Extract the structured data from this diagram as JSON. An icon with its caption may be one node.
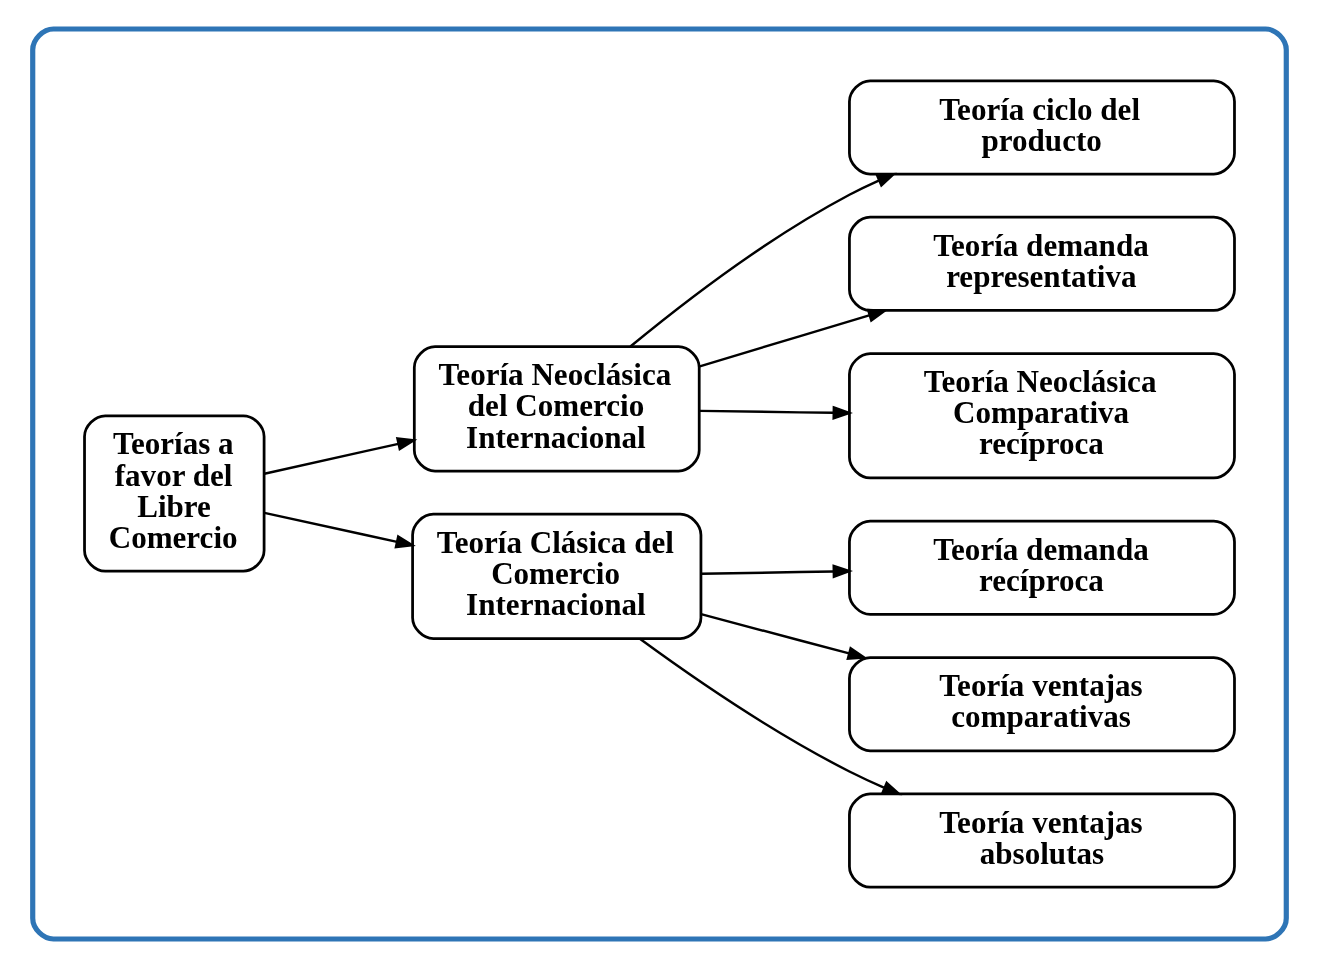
{
  "diagram": {
    "nodes": [
      {
        "text": [],
        "shape": "box"
      },
      {
        "text": [
          "Teorías a favor del Libre Comercio"
        ],
        "in": 0
      },
      {
        "text": [
          "Teoría Clásica del Comercio Internacional"
        ],
        "in": 0
      },
      {
        "text": [
          "Teoría Neoclásica del Comercio Internacional"
        ],
        "in": 0
      },
      {
        "text": [
          "Teoría ventajas absolutas"
        ],
        "in": 0
      },
      {
        "text": [
          "Teoría ventajas comparativas"
        ],
        "in": 0
      },
      {
        "text": [
          "Teoría demanda recíproca"
        ],
        "in": 0
      },
      {
        "text": [
          "Teoría Neoclásica Comparativa recíproca"
        ],
        "in": 0
      },
      {
        "text": [
          "Teoría demanda representativa"
        ],
        "in": 0
      },
      {
        "text": [
          "Teoría ciclo del producto"
        ],
        "in": 0
      }
    ],
    "edges": [
      {
        "from": 1,
        "to": 2,
        "arrow": "to"
      },
      {
        "from": 1,
        "to": 3,
        "arrow": "to"
      },
      {
        "from": 2,
        "to": 4,
        "arrow": "to"
      },
      {
        "from": 2,
        "to": 5,
        "arrow": "to"
      },
      {
        "from": 2,
        "to": 6,
        "arrow": "to"
      },
      {
        "from": 3,
        "to": 7,
        "arrow": "to"
      },
      {
        "from": 3,
        "to": 8,
        "arrow": "to"
      },
      {
        "from": 3,
        "to": 9,
        "arrow": "to"
      }
    ]
  }
}
